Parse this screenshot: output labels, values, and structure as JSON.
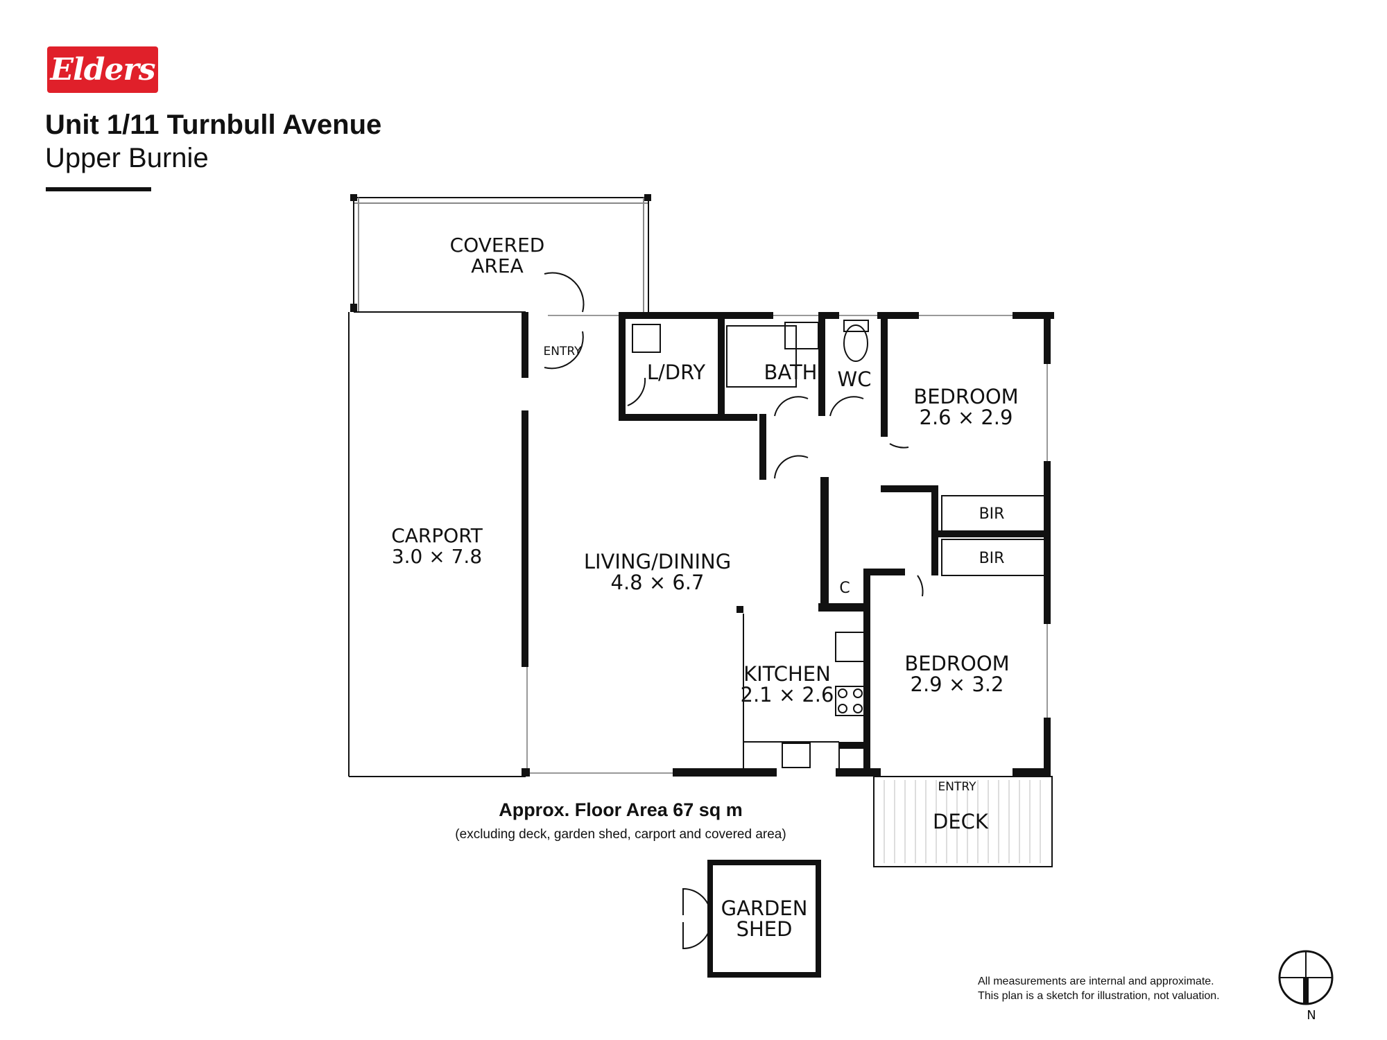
{
  "brand": {
    "logo_text": "Elders",
    "logo_color": "#e0202a"
  },
  "address": {
    "line1": "Unit 1/11 Turnbull Avenue",
    "line2": "Upper Burnie"
  },
  "rooms": {
    "covered_area": [
      "COVERED",
      "AREA"
    ],
    "carport": [
      "CARPORT",
      "3.0 × 7.8"
    ],
    "entry_top": "ENTRY",
    "laundry": "L/DRY",
    "bath": "BATH",
    "wc": "WC",
    "bedroom1": [
      "BEDROOM",
      "2.6 × 2.9"
    ],
    "bir1": "BIR",
    "bir2": "BIR",
    "living": [
      "LIVING/DINING",
      "4.8 × 6.7"
    ],
    "cupboard": "C",
    "kitchen": [
      "KITCHEN",
      "2.1 × 2.6"
    ],
    "bedroom2": [
      "BEDROOM",
      "2.9 × 3.2"
    ],
    "entry_deck": "ENTRY",
    "deck": "DECK",
    "garden_shed": [
      "GARDEN",
      "SHED"
    ]
  },
  "floor_area": {
    "title": "Approx. Floor Area 67 sq m",
    "note": "(excluding deck, garden shed, carport and covered area)"
  },
  "disclaimer": [
    "All measurements are internal and approximate.",
    "This plan is a sketch for illustration, not valuation."
  ],
  "compass": {
    "label": "N",
    "icon": "north-arrow-icon"
  }
}
